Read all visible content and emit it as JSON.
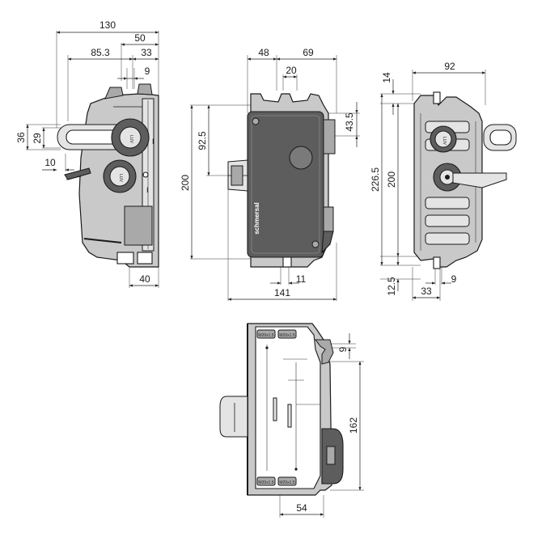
{
  "drawing": {
    "brand": "schmersal",
    "front_view": {
      "dims": {
        "overall_width": "130",
        "width_50": "50",
        "width_85_3": "85.3",
        "width_33": "33",
        "width_9": "9",
        "height_36": "36",
        "height_29": "29",
        "width_10": "10",
        "width_40": "40"
      }
    },
    "side_view": {
      "dims": {
        "width_48": "48",
        "width_69": "69",
        "width_20": "20",
        "height_43_5": "43.5",
        "height_92_5": "92.5",
        "height_200": "200",
        "width_11": "11",
        "overall_width": "141"
      }
    },
    "rear_view": {
      "dims": {
        "height_14": "14",
        "width_92": "92",
        "height_226_5": "226.5",
        "height_200": "200",
        "height_12_5": "12.5",
        "width_9": "9",
        "width_33": "33"
      }
    },
    "bottom_view": {
      "dims": {
        "width_9": "9",
        "height_162": "162",
        "width_54": "54"
      },
      "labels": {
        "thread_top_left": "M20x1.5",
        "thread_top_right": "M20x1.5",
        "thread_bottom_left": "M20x1.5",
        "thread_bottom_right": "M20x1.5"
      }
    }
  }
}
